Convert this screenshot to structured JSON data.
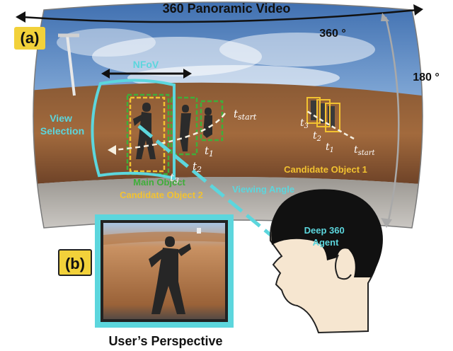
{
  "title": "360 Panoramic Video",
  "panel_a": "(a)",
  "panel_b": "(b)",
  "angle_horizontal": "360 °",
  "angle_vertical": "180 °",
  "nfov": "NFoV",
  "view_selection_1": "View",
  "view_selection_2": "Selection",
  "main_object": "Main Object",
  "candidate_object_2": "Candidate Object 2",
  "candidate_object_1": "Candidate Object 1",
  "viewing_angle": "Viewing Angle",
  "agent_1": "Deep 360",
  "agent_2": "Agent",
  "users_perspective": "User’s Perspective",
  "time_labels_left": {
    "t_start": "t",
    "t_start_sub": "start",
    "t1": "t",
    "t1_sub": "1",
    "t2": "t",
    "t2_sub": "2",
    "t3": "t",
    "t3_sub": "3"
  },
  "time_labels_right": {
    "t_start": "t",
    "t_start_sub": "start",
    "t1": "t",
    "t1_sub": "1",
    "t2": "t",
    "t2_sub": "2",
    "t3": "t",
    "t3_sub": "3"
  },
  "colors": {
    "cyan": "#5cd6dd",
    "yellow": "#f2c230",
    "green": "#3fae3a",
    "label_yellow": "#f2d13a"
  }
}
